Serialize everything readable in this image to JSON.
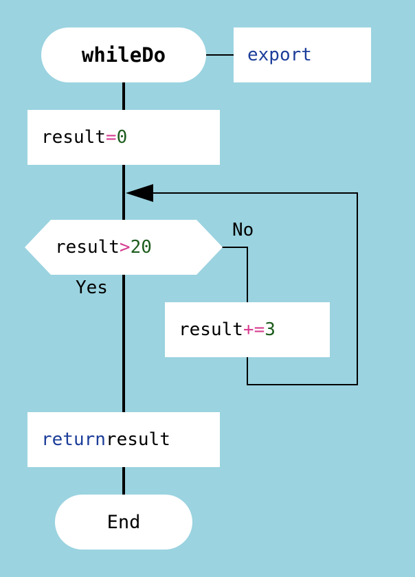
{
  "start": {
    "label": "whileDo"
  },
  "export_box": {
    "keyword": "export"
  },
  "init": {
    "var": "result",
    "op": "=",
    "value": "0"
  },
  "condition": {
    "var": "result",
    "op": ">",
    "value": "20"
  },
  "branch_labels": {
    "no": "No",
    "yes": "Yes"
  },
  "loop_body": {
    "var": "result",
    "op": "+=",
    "value": "3"
  },
  "ret": {
    "keyword": "return",
    "var": "result"
  },
  "end": {
    "label": "End"
  },
  "colors": {
    "background": "#9bd3e0",
    "keyword": "#1c3d99",
    "operator": "#d63c8f",
    "number": "#1d5c1d"
  }
}
